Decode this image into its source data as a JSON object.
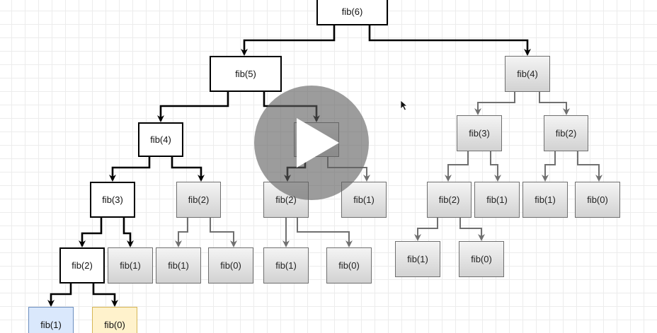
{
  "diagram": {
    "nodes": [
      {
        "id": "n0",
        "label": "fib(6)",
        "state": "active"
      },
      {
        "id": "n1",
        "label": "fib(5)",
        "state": "active"
      },
      {
        "id": "n2",
        "label": "fib(4)",
        "state": "computed"
      },
      {
        "id": "n3",
        "label": "fib(4)",
        "state": "active"
      },
      {
        "id": "n4",
        "label": "fib(3)",
        "state": "computed"
      },
      {
        "id": "n5",
        "label": "fib(3)",
        "state": "computed"
      },
      {
        "id": "n6",
        "label": "fib(2)",
        "state": "computed"
      },
      {
        "id": "n7",
        "label": "fib(3)",
        "state": "active"
      },
      {
        "id": "n8",
        "label": "fib(2)",
        "state": "computed"
      },
      {
        "id": "n9",
        "label": "fib(2)",
        "state": "computed"
      },
      {
        "id": "n10",
        "label": "fib(1)",
        "state": "computed"
      },
      {
        "id": "n11",
        "label": "fib(2)",
        "state": "computed"
      },
      {
        "id": "n12",
        "label": "fib(1)",
        "state": "computed"
      },
      {
        "id": "n13",
        "label": "fib(1)",
        "state": "computed"
      },
      {
        "id": "n14",
        "label": "fib(0)",
        "state": "computed"
      },
      {
        "id": "n15",
        "label": "fib(2)",
        "state": "active"
      },
      {
        "id": "n16",
        "label": "fib(1)",
        "state": "computed"
      },
      {
        "id": "n17",
        "label": "fib(1)",
        "state": "computed"
      },
      {
        "id": "n18",
        "label": "fib(0)",
        "state": "computed"
      },
      {
        "id": "n19",
        "label": "fib(1)",
        "state": "computed"
      },
      {
        "id": "n20",
        "label": "fib(0)",
        "state": "computed"
      },
      {
        "id": "n21",
        "label": "fib(1)",
        "state": "computed"
      },
      {
        "id": "n22",
        "label": "fib(0)",
        "state": "computed"
      },
      {
        "id": "n23",
        "label": "fib(1)",
        "state": "base1"
      },
      {
        "id": "n24",
        "label": "fib(0)",
        "state": "base0"
      }
    ],
    "edges": [
      {
        "from": "n0",
        "to": "n1",
        "state": "active"
      },
      {
        "from": "n0",
        "to": "n2",
        "state": "active"
      },
      {
        "from": "n1",
        "to": "n3",
        "state": "active"
      },
      {
        "from": "n1",
        "to": "n4",
        "state": "active"
      },
      {
        "from": "n2",
        "to": "n5",
        "state": "computed"
      },
      {
        "from": "n2",
        "to": "n6",
        "state": "computed"
      },
      {
        "from": "n3",
        "to": "n7",
        "state": "active"
      },
      {
        "from": "n3",
        "to": "n8",
        "state": "active"
      },
      {
        "from": "n4",
        "to": "n9",
        "state": "active"
      },
      {
        "from": "n4",
        "to": "n10",
        "state": "computed"
      },
      {
        "from": "n5",
        "to": "n11",
        "state": "computed"
      },
      {
        "from": "n5",
        "to": "n12",
        "state": "computed"
      },
      {
        "from": "n6",
        "to": "n13",
        "state": "computed"
      },
      {
        "from": "n6",
        "to": "n14",
        "state": "computed"
      },
      {
        "from": "n7",
        "to": "n15",
        "state": "active"
      },
      {
        "from": "n7",
        "to": "n16",
        "state": "active"
      },
      {
        "from": "n8",
        "to": "n17",
        "state": "computed"
      },
      {
        "from": "n8",
        "to": "n18",
        "state": "computed"
      },
      {
        "from": "n9",
        "to": "n19",
        "state": "computed"
      },
      {
        "from": "n9",
        "to": "n20",
        "state": "computed"
      },
      {
        "from": "n11",
        "to": "n21",
        "state": "computed"
      },
      {
        "from": "n11",
        "to": "n22",
        "state": "computed"
      },
      {
        "from": "n15",
        "to": "n23",
        "state": "active"
      },
      {
        "from": "n15",
        "to": "n24",
        "state": "active"
      }
    ]
  },
  "video": {
    "play_icon": "play-icon",
    "cursor_icon": "arrow-cursor-icon"
  },
  "colors": {
    "active_stroke": "#000000",
    "computed_stroke": "#707070",
    "computed_fill_top": "#f4f4f4",
    "computed_fill_bottom": "#d2d2d2",
    "base1_fill": "#dae8fc",
    "base0_fill": "#fff2cc",
    "grid": "#ececec",
    "play_overlay": "#5f5f5f"
  }
}
